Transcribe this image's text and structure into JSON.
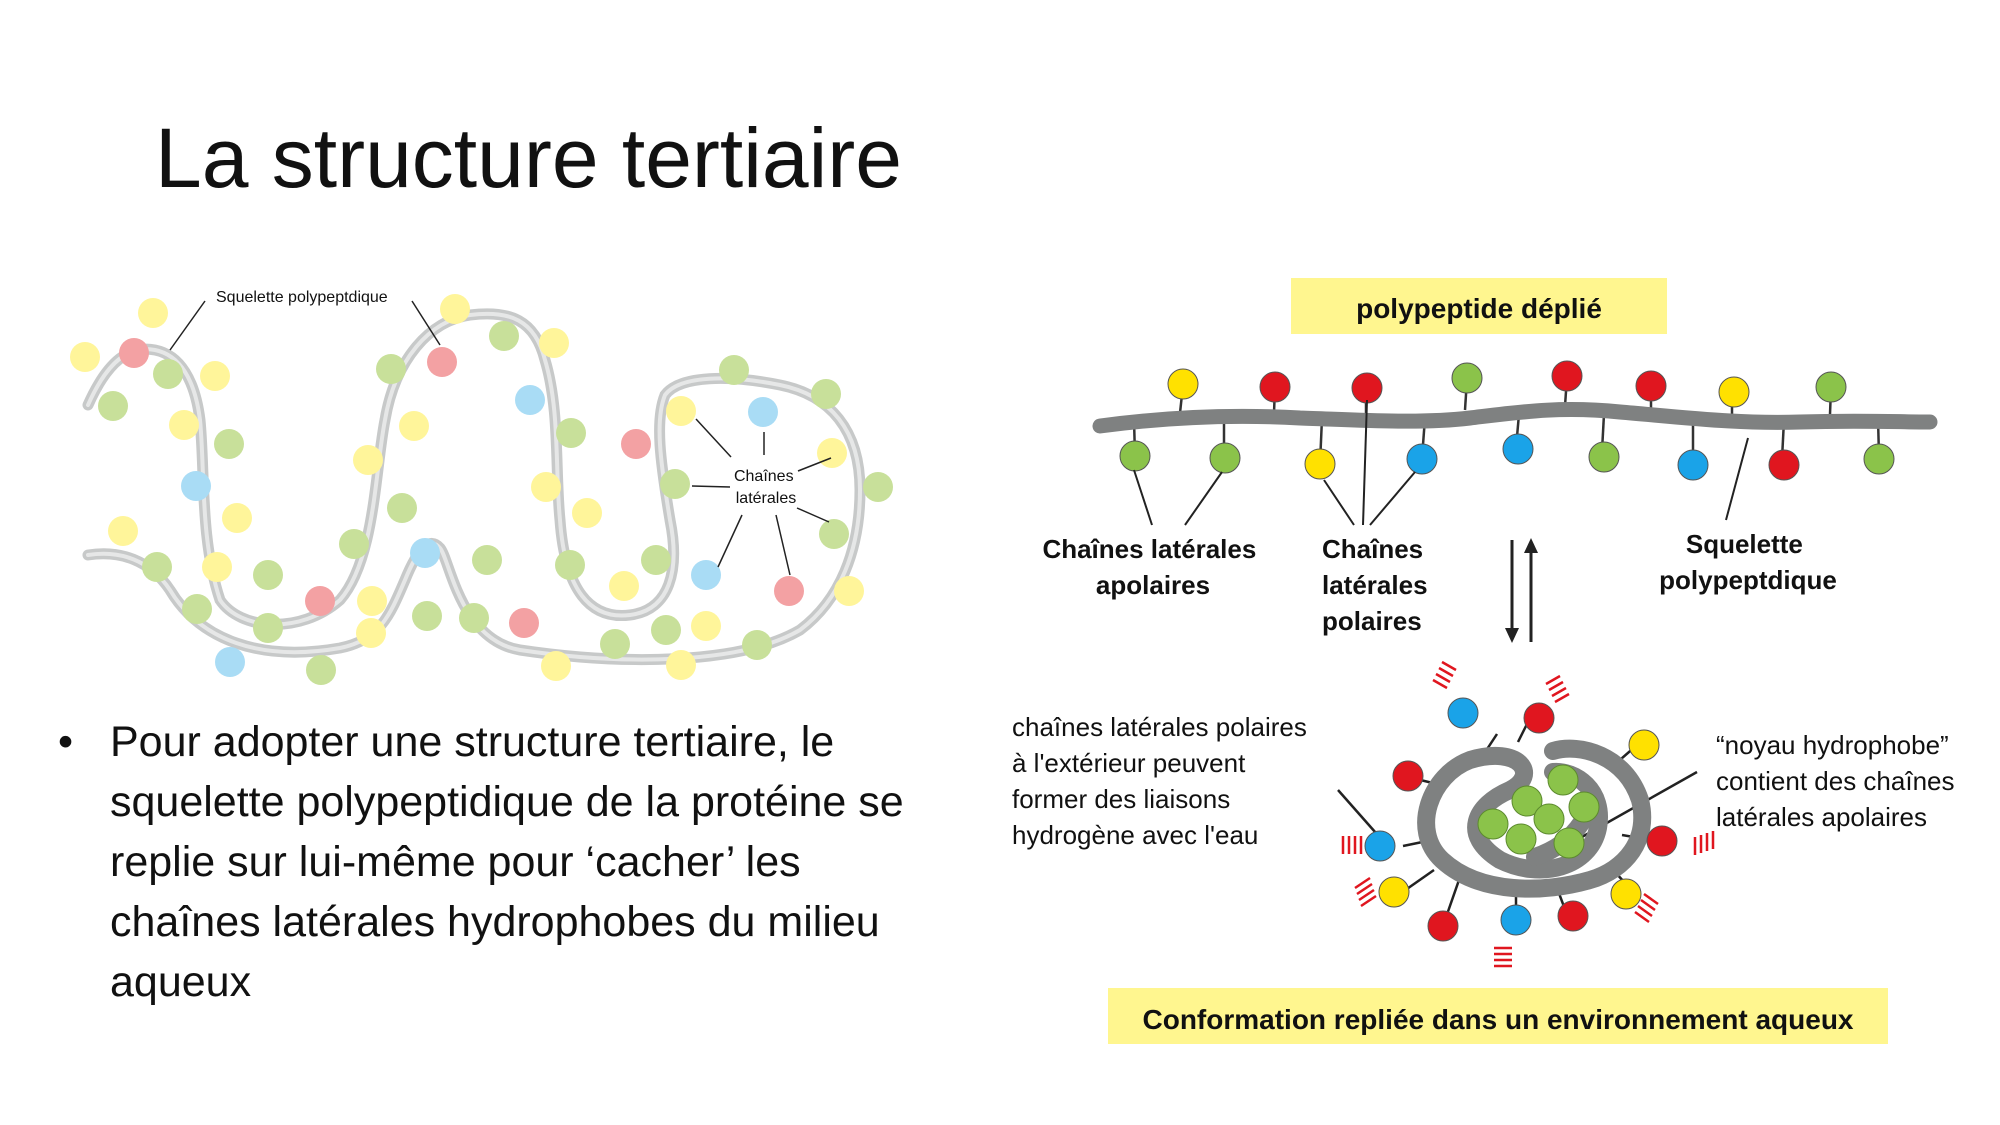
{
  "slide": {
    "title": "La structure tertiaire",
    "bullet_marker": "•",
    "bullet": "Pour adopter une structure tertiaire, le squelette polypeptidique de la protéine se replie sur lui-même pour ‘cacher’ les chaînes latérales hydrophobes du milieu aqueux"
  },
  "left_diagram": {
    "label_backbone": "Squelette polypeptdique",
    "label_side_chains": [
      "Chaînes",
      "latérales"
    ]
  },
  "right_diagram": {
    "banner_unfolded": "polypeptide déplié",
    "label_apolar": [
      "Chaînes latérales",
      "apolaires"
    ],
    "label_polar": [
      "Chaînes",
      "latérales",
      "polaires"
    ],
    "label_backbone": [
      "Squelette",
      "polypeptdique"
    ],
    "label_polar_outside": [
      "chaînes latérales polaires",
      "à l'extérieur peuvent",
      "former des liaisons",
      "hydrogène avec l'eau"
    ],
    "label_core": [
      "“noyau hydrophobe”",
      "contient des chaînes",
      "latérales apolaires"
    ],
    "banner_folded": "Conformation repliée dans un environnement aqueux"
  },
  "colors": {
    "nonpolar_green": "#8bc34a",
    "polar_blue": "#1aa3e8",
    "acidic_red": "#e0161f",
    "special_yellow": "#ffe100",
    "banner_yellow": "#fff68f",
    "backbone_gray": "#7f8181",
    "pale_green": "#c8e09a",
    "pale_yellow": "#fff59a",
    "pale_red": "#f3a1a3",
    "pale_blue": "#a9dcf5"
  }
}
